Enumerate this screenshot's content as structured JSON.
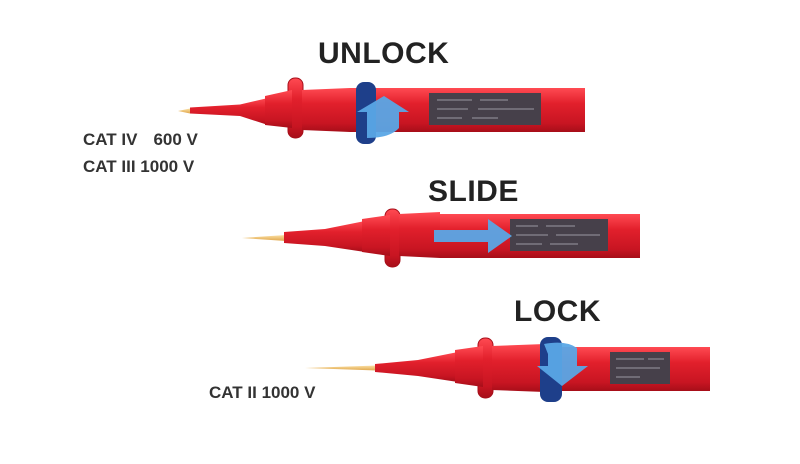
{
  "steps": {
    "unlock": "UNLOCK",
    "slide": "SLIDE",
    "lock": "LOCK"
  },
  "ratings": {
    "top_line1_cat": "CAT IV",
    "top_line1_volt": "600 V",
    "top_line2": "CAT III 1000 V",
    "bottom": "CAT II 1000 V"
  },
  "colors": {
    "probe_red": "#e2202c",
    "probe_dark": "#b8101c",
    "tip_gold": "#f2c069",
    "arrow_blue": "#5aa7e6",
    "ring_navy": "#1e3f8a",
    "label_gray": "#3a3a3a"
  },
  "icons": [
    "rotate-arrow-icon",
    "slide-arrow-icon",
    "rotate-arrow-icon"
  ]
}
